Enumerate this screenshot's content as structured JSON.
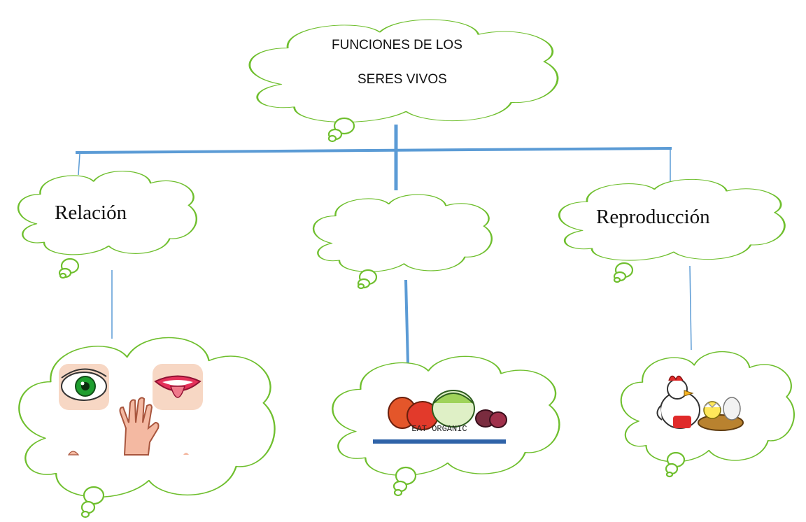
{
  "root": {
    "title_line1": "FUNCIONES DE LOS",
    "title_line2": "SERES VIVOS"
  },
  "branches": [
    {
      "label": "Relación"
    },
    {
      "label": ""
    },
    {
      "label": "Reproducción"
    }
  ],
  "images": {
    "relacion": [
      "eye-icon",
      "mouth-tongue-icon",
      "hand-icon"
    ],
    "nutricion": {
      "caption": "EAT ORGANIC",
      "icon": "vegetables-icon"
    },
    "reproduccion": [
      "hen-icon",
      "chick-nest-icon"
    ]
  },
  "colors": {
    "connector": "#5b9bd5",
    "cloud_outline": "#6fbf2e"
  }
}
